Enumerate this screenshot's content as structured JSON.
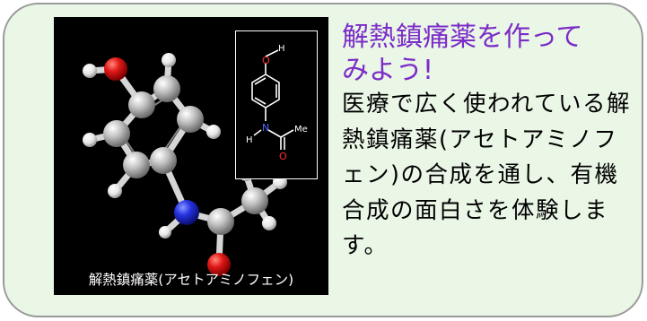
{
  "card": {
    "title_line1": "解熱鎮痛薬を作って",
    "title_line2": "みよう!",
    "description": "医療で広く使われている解熱鎮痛薬(アセトアミノフェン)の合成を通し、有機合成の面白さを体験します。"
  },
  "image": {
    "caption": "解熱鎮痛薬(アセトアミノフェン)",
    "structure_labels": {
      "oxygen_top": "O",
      "hydrogen_top": "H",
      "nitrogen": "N",
      "hydrogen_n": "H",
      "oxygen_carbonyl": "O",
      "methyl": "Me"
    }
  },
  "colors": {
    "card_background": "#eaf6e6",
    "card_border": "#9a9a9a",
    "heading": "#7c2cc8",
    "oxygen_atom": "#e01818",
    "nitrogen_atom": "#2432e0",
    "carbon_atom": "#b8b8b8",
    "hydrogen_atom": "#f0f0f0"
  }
}
